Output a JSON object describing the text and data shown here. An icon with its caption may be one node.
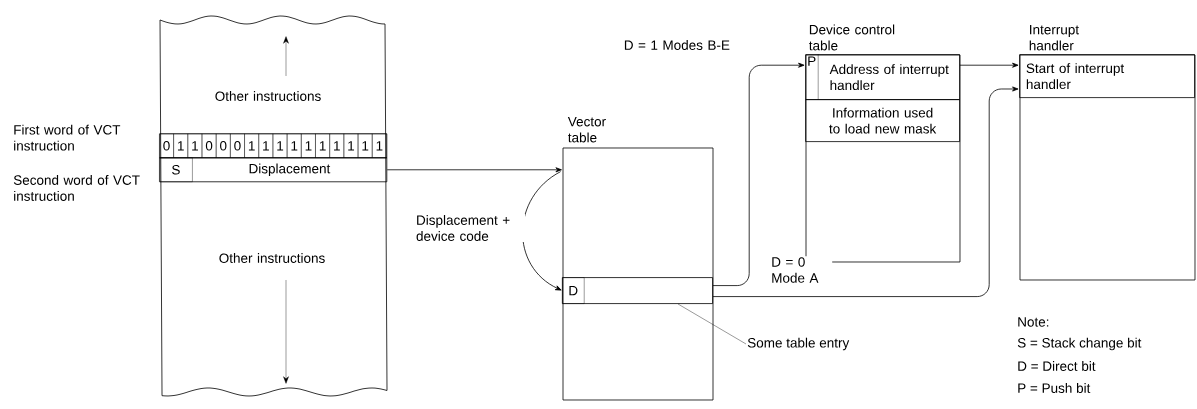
{
  "diagram": {
    "nodes": [
      {
        "text": [
          "Other instructions",
          "Other instructions"
        ]
      },
      {
        "text": [
          "0",
          "1",
          "1",
          "0",
          "0",
          "0",
          "1",
          "1",
          "1",
          "1",
          "1",
          "1",
          "1",
          "1",
          "1",
          "1"
        ],
        "in": 0,
        "beside": [
          "First word of VCT instruction"
        ]
      },
      {
        "text": [
          "S",
          "Displacement"
        ],
        "in": 0,
        "beside": [
          "Second word of VCT instruction"
        ]
      },
      {
        "text": [
          "Vector table"
        ]
      },
      {
        "text": [
          "D"
        ],
        "in": 3
      },
      {
        "text": [
          "Some table entry"
        ]
      },
      {
        "text": [
          "Device control table"
        ]
      },
      {
        "text": [
          "P",
          "Address of interrupt handler"
        ],
        "in": 6
      },
      {
        "text": [
          "Information used to load new mask"
        ],
        "in": 6
      },
      {
        "text": [
          "Interrupt handler"
        ]
      },
      {
        "text": [
          "Start of interrupt handler"
        ],
        "in": 9
      }
    ],
    "edges": [
      {
        "from": 2,
        "to": 3,
        "arrow": "to"
      },
      {
        "from": 3,
        "to": 4,
        "arrow": "to",
        "label": "Displacement + device code"
      },
      {
        "from": 4,
        "to": 7,
        "arrow": "to",
        "label": "D = 1 Modes B-E"
      },
      {
        "from": 4,
        "to": 10,
        "arrow": "to",
        "label": "D = 0 Mode A"
      },
      {
        "from": 7,
        "to": 10,
        "arrow": "to"
      },
      {
        "from": 5,
        "to": 4,
        "arrow": "none"
      }
    ],
    "labels": [
      "Note:",
      "S = Stack change bit",
      "D = Direct bit",
      "P = Push bit"
    ]
  }
}
